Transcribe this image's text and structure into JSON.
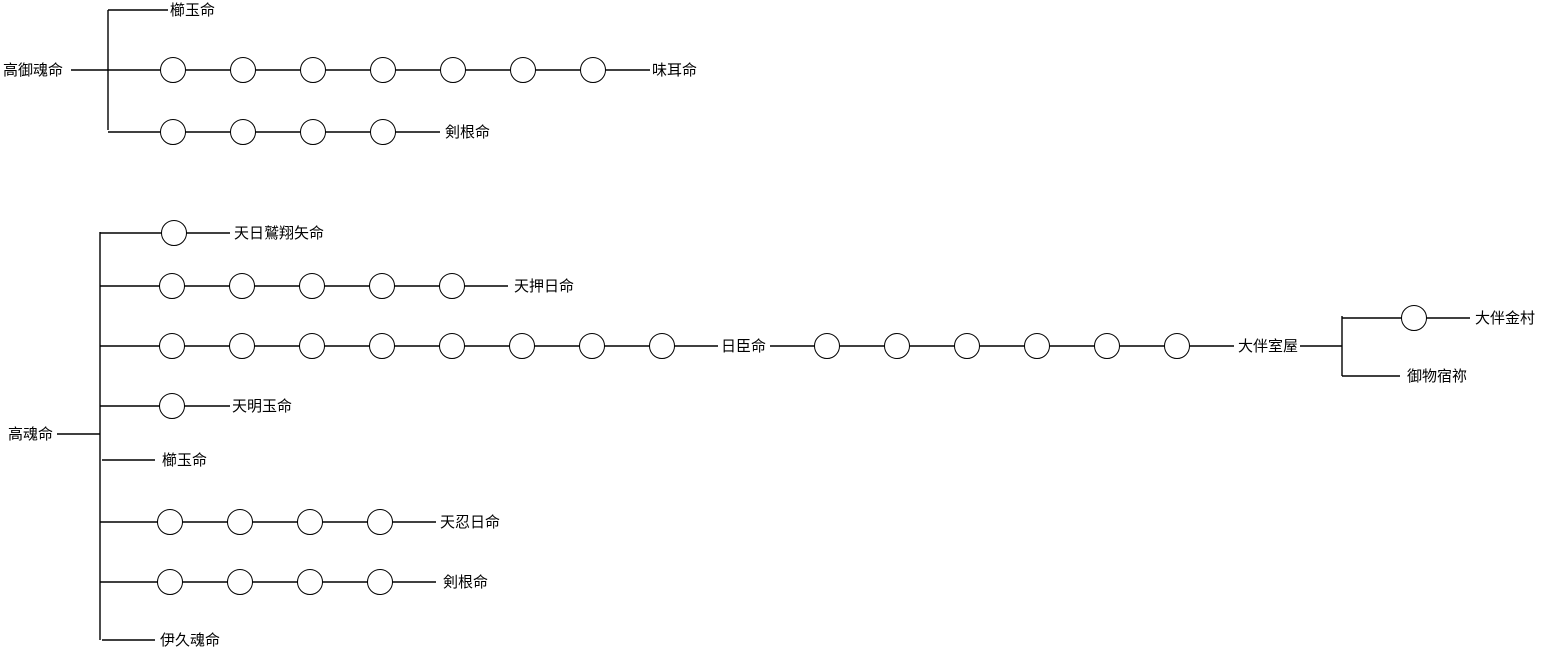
{
  "diagram": {
    "tree1": {
      "root": "高御魂命",
      "branches": [
        {
          "nodes": 0,
          "label": "櫛玉命"
        },
        {
          "nodes": 7,
          "label": "味耳命"
        },
        {
          "nodes": 4,
          "label": "剣根命"
        }
      ]
    },
    "tree2": {
      "root": "高魂命",
      "branches": [
        {
          "nodes": 1,
          "label": "天日鷲翔矢命"
        },
        {
          "nodes": 5,
          "label": "天押日命"
        },
        {
          "nodes": 8,
          "label": "日臣命"
        },
        {
          "nodes": 1,
          "label": "天明玉命"
        },
        {
          "nodes": 0,
          "label": "櫛玉命"
        },
        {
          "nodes": 4,
          "label": "天忍日命"
        },
        {
          "nodes": 4,
          "label": "剣根命"
        },
        {
          "nodes": 0,
          "label": "伊久魂命"
        }
      ],
      "continuation": {
        "from": "日臣命",
        "nodes": 6,
        "label": "大伴室屋",
        "children": [
          {
            "nodes": 1,
            "label": "大伴金村"
          },
          {
            "nodes": 0,
            "label": "御物宿祢"
          }
        ]
      }
    }
  }
}
